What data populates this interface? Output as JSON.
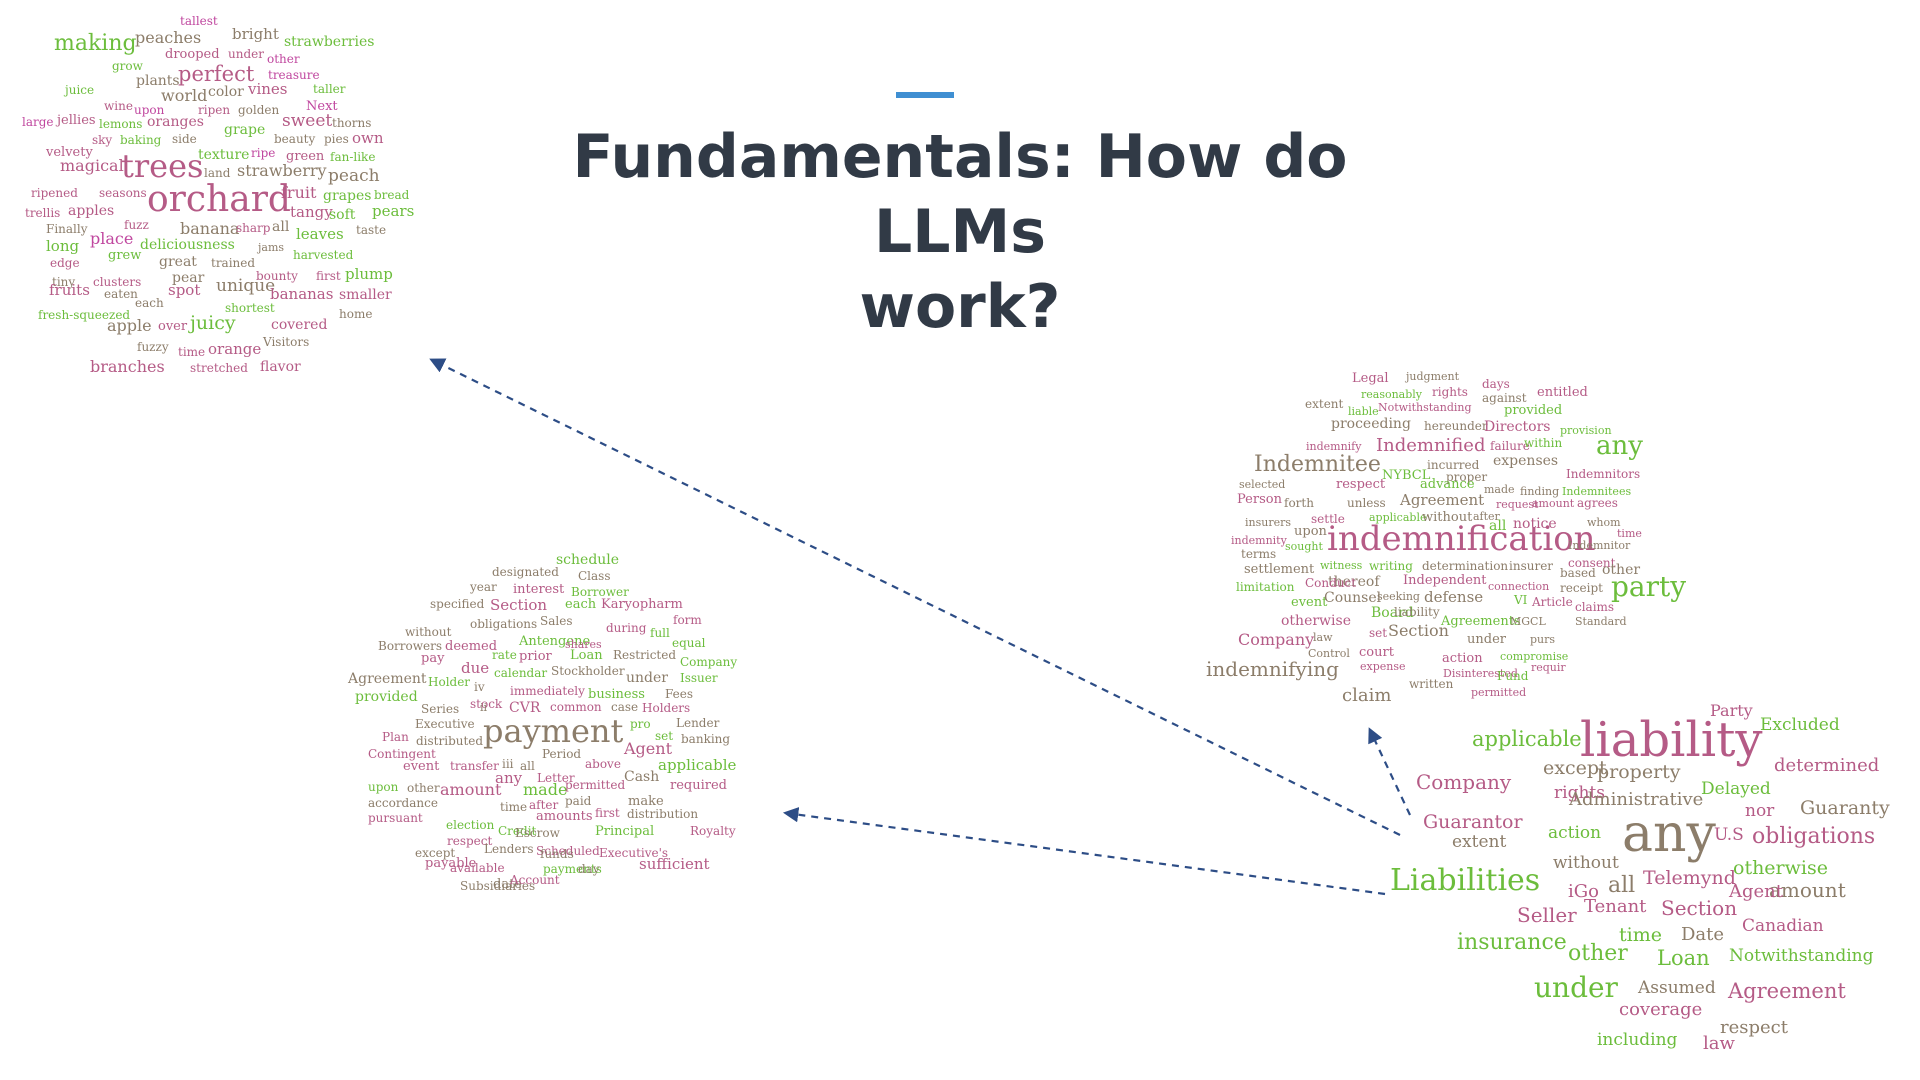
{
  "title_line1": "Fundamentals: How do LLMs",
  "title_line2": "work?",
  "colors": {
    "accent": "#3f8fd2",
    "title": "#313a46",
    "arrow": "#2d4d86",
    "cloud_green": "#6cbd3c",
    "cloud_purple": "#c0479f",
    "cloud_brown": "#8c7d6a",
    "cloud_mauve": "#b55b86"
  },
  "wordclouds": {
    "fruit": [
      "tallest",
      "making",
      "peaches",
      "bright",
      "strawberries",
      "drooped",
      "under",
      "other",
      "grow",
      "perfect",
      "treasure",
      "juice",
      "plants",
      "world",
      "color",
      "vines",
      "taller",
      "wine",
      "upon",
      "ripen",
      "golden",
      "Next",
      "large",
      "jellies",
      "lemons",
      "oranges",
      "grape",
      "sweet",
      "thorns",
      "sky",
      "baking",
      "side",
      "beauty",
      "pies",
      "own",
      "velvety",
      "texture",
      "ripe",
      "green",
      "fan-like",
      "magical",
      "trees",
      "land",
      "strawberry",
      "peach",
      "ripened",
      "seasons",
      "orchard",
      "fruit",
      "grapes",
      "bread",
      "trellis",
      "apples",
      "tangy",
      "soft",
      "pears",
      "Finally",
      "fuzz",
      "banana",
      "sharp",
      "all",
      "leaves",
      "taste",
      "long",
      "place",
      "deliciousness",
      "jams",
      "harvested",
      "edge",
      "grew",
      "great",
      "trained",
      "bounty",
      "first",
      "plump",
      "tiny",
      "clusters",
      "pear",
      "fruits",
      "eaten",
      "spot",
      "unique",
      "bananas",
      "smaller",
      "each",
      "shortest",
      "home",
      "fresh-squeezed",
      "apple",
      "over",
      "juicy",
      "covered",
      "fuzzy",
      "time",
      "orange",
      "Visitors",
      "branches",
      "stretched",
      "flavor"
    ],
    "finance": [
      "schedule",
      "designated",
      "Class",
      "year",
      "interest",
      "Borrower",
      "specified",
      "Section",
      "each",
      "Karyopharm",
      "obligations",
      "Sales",
      "form",
      "without",
      "during",
      "full",
      "Borrowers",
      "deemed",
      "Antengene",
      "shares",
      "equal",
      "pay",
      "rate",
      "prior",
      "Loan",
      "Restricted",
      "Company",
      "due",
      "calendar",
      "Stockholder",
      "under",
      "Issuer",
      "Agreement",
      "Holder",
      "iv",
      "immediately",
      "business",
      "Fees",
      "provided",
      "stock",
      "CVR",
      "common",
      "case",
      "Holders",
      "Series",
      "ii",
      "Executive",
      "payment",
      "pro",
      "Lender",
      "Plan",
      "distributed",
      "set",
      "banking",
      "Contingent",
      "Period",
      "Agent",
      "event",
      "transfer",
      "iii",
      "all",
      "above",
      "applicable",
      "any",
      "Letter",
      "Cash",
      "upon",
      "other",
      "amount",
      "made",
      "permitted",
      "required",
      "accordance",
      "time",
      "after",
      "paid",
      "make",
      "pursuant",
      "amounts",
      "first",
      "distribution",
      "election",
      "Credit",
      "Escrow",
      "Principal",
      "Royalty",
      "respect",
      "Lenders",
      "Scheduled",
      "Executive's",
      "funds",
      "except",
      "available",
      "payable",
      "payments",
      "day",
      "sufficient",
      "Subsidiaries",
      "date",
      "Account"
    ],
    "indemnification": [
      "Legal",
      "judgment",
      "days",
      "reasonably",
      "rights",
      "against",
      "entitled",
      "extent",
      "liable",
      "Notwithstanding",
      "provided",
      "proceeding",
      "hereunder",
      "Directors",
      "provision",
      "indemnify",
      "Indemnified",
      "failure",
      "within",
      "any",
      "Indemnitee",
      "incurred",
      "expenses",
      "NYBCL",
      "proper",
      "Indemnitors",
      "selected",
      "respect",
      "advance",
      "made",
      "finding",
      "Indemnitees",
      "Person",
      "forth",
      "unless",
      "Agreement",
      "request",
      "amount",
      "agrees",
      "insurers",
      "settle",
      "applicable",
      "without",
      "after",
      "notice",
      "whom",
      "indemnity",
      "upon",
      "indemnification",
      "all",
      "time",
      "terms",
      "sought",
      "Indemnitor",
      "settlement",
      "witness",
      "writing",
      "determination",
      "insurer",
      "consent",
      "thereof",
      "Independent",
      "based",
      "other",
      "limitation",
      "Conduct",
      "connection",
      "receipt",
      "party",
      "event",
      "Counsel",
      "seeking",
      "defense",
      "VI",
      "Article",
      "claims",
      "otherwise",
      "Board",
      "liability",
      "Agreements",
      "MGCL",
      "Standard",
      "Company",
      "law",
      "set",
      "Section",
      "under",
      "purs",
      "court",
      "Control",
      "action",
      "compromise",
      "indemnifying",
      "expense",
      "Disinterested",
      "requir",
      "Fund",
      "claim",
      "written",
      "permitted"
    ],
    "liability": [
      "Party",
      "applicable",
      "liability",
      "Excluded",
      "Company",
      "except",
      "property",
      "determined",
      "rights",
      "Administrative",
      "Delayed",
      "Guarantor",
      "action",
      "nor",
      "Guaranty",
      "extent",
      "any",
      "U.S",
      "obligations",
      "without",
      "otherwise",
      "Liabilities",
      "all",
      "Telemynd",
      "amount",
      "iGo",
      "Agent",
      "Tenant",
      "Section",
      "Seller",
      "Canadian",
      "Date",
      "insurance",
      "time",
      "other",
      "Loan",
      "Notwithstanding",
      "Assumed",
      "under",
      "Agreement",
      "coverage",
      "respect",
      "including",
      "law"
    ]
  }
}
